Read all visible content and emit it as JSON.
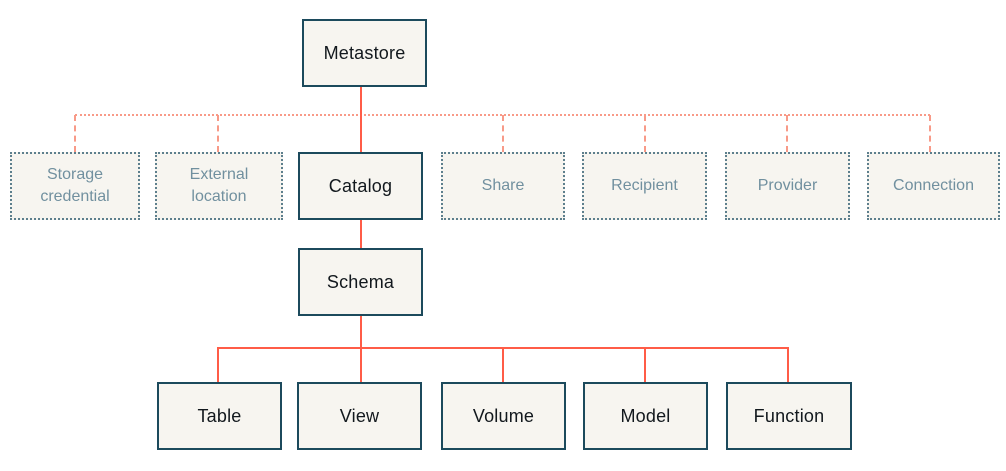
{
  "diagram": {
    "nodes": {
      "metastore": {
        "label": "Metastore",
        "style": "solid"
      },
      "storage_credential": {
        "label": "Storage credential",
        "style": "dashed"
      },
      "external_location": {
        "label": "External location",
        "style": "dashed"
      },
      "catalog": {
        "label": "Catalog",
        "style": "solid"
      },
      "share": {
        "label": "Share",
        "style": "dashed"
      },
      "recipient": {
        "label": "Recipient",
        "style": "dashed"
      },
      "provider": {
        "label": "Provider",
        "style": "dashed"
      },
      "connection": {
        "label": "Connection",
        "style": "dashed"
      },
      "schema": {
        "label": "Schema",
        "style": "solid"
      },
      "table": {
        "label": "Table",
        "style": "solid"
      },
      "view": {
        "label": "View",
        "style": "solid"
      },
      "volume": {
        "label": "Volume",
        "style": "solid"
      },
      "model": {
        "label": "Model",
        "style": "solid"
      },
      "function": {
        "label": "Function",
        "style": "solid"
      }
    },
    "edges": [
      {
        "from": "metastore",
        "to": "catalog",
        "line": "solid"
      },
      {
        "from": "metastore",
        "to": "storage_credential",
        "line": "dotted"
      },
      {
        "from": "metastore",
        "to": "external_location",
        "line": "dotted"
      },
      {
        "from": "metastore",
        "to": "share",
        "line": "dotted"
      },
      {
        "from": "metastore",
        "to": "recipient",
        "line": "dotted"
      },
      {
        "from": "metastore",
        "to": "provider",
        "line": "dotted"
      },
      {
        "from": "metastore",
        "to": "connection",
        "line": "dotted"
      },
      {
        "from": "catalog",
        "to": "schema",
        "line": "solid"
      },
      {
        "from": "schema",
        "to": "table",
        "line": "solid"
      },
      {
        "from": "schema",
        "to": "view",
        "line": "solid"
      },
      {
        "from": "schema",
        "to": "volume",
        "line": "solid"
      },
      {
        "from": "schema",
        "to": "model",
        "line": "solid"
      },
      {
        "from": "schema",
        "to": "function",
        "line": "solid"
      }
    ],
    "colors": {
      "page_bg": "#ffffff",
      "box_fill": "#f7f5f0",
      "solid_border": "#1c4a5c",
      "dashed_border": "#5d7f8d",
      "solid_text": "#12181d",
      "dashed_text": "#71909f",
      "solid_line": "#ff5c47",
      "dotted_line": "#f89a88"
    }
  }
}
